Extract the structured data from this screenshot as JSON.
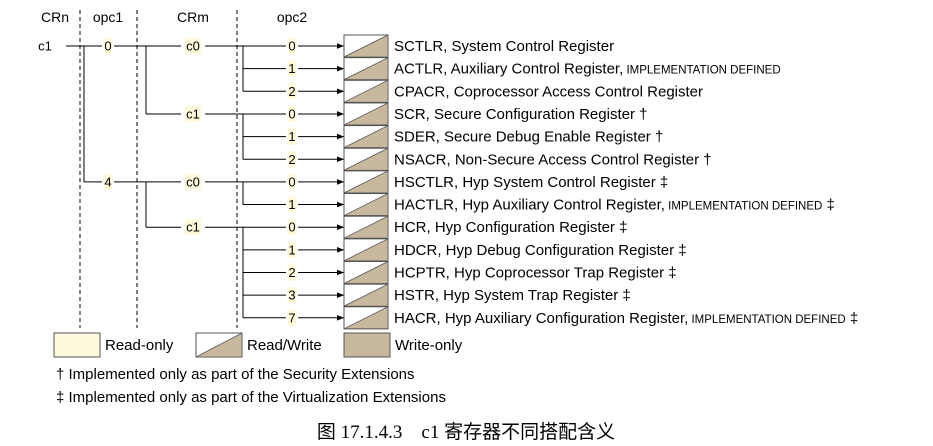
{
  "headers": [
    "CRn",
    "opc1",
    "CRm",
    "opc2"
  ],
  "crn": "c1",
  "groups": [
    {
      "opc1": "0",
      "crm": [
        {
          "name": "c0",
          "regs": [
            {
              "opc2": "0",
              "name": "SCTLR, System Control Register",
              "suffix": "",
              "mark": "",
              "access": "rw"
            },
            {
              "opc2": "1",
              "name": "ACTLR, Auxiliary Control Register,",
              "suffix": "IMPLEMENTATION DEFINED",
              "mark": "",
              "access": "rw"
            },
            {
              "opc2": "2",
              "name": "CPACR, Coprocessor Access Control Register",
              "suffix": "",
              "mark": "",
              "access": "rw"
            }
          ]
        },
        {
          "name": "c1",
          "regs": [
            {
              "opc2": "0",
              "name": "SCR, Secure Configuration Register",
              "suffix": "",
              "mark": "†",
              "access": "rw"
            },
            {
              "opc2": "1",
              "name": "SDER, Secure Debug Enable Register",
              "suffix": "",
              "mark": "†",
              "access": "rw"
            },
            {
              "opc2": "2",
              "name": "NSACR, Non-Secure Access Control Register",
              "suffix": "",
              "mark": "†",
              "access": "rw"
            }
          ]
        }
      ]
    },
    {
      "opc1": "4",
      "crm": [
        {
          "name": "c0",
          "regs": [
            {
              "opc2": "0",
              "name": "HSCTLR, Hyp System Control Register",
              "suffix": "",
              "mark": "‡",
              "access": "rw"
            },
            {
              "opc2": "1",
              "name": "HACTLR, Hyp Auxiliary Control Register,",
              "suffix": "IMPLEMENTATION DEFINED",
              "mark": "‡",
              "access": "rw"
            }
          ]
        },
        {
          "name": "c1",
          "regs": [
            {
              "opc2": "0",
              "name": "HCR, Hyp Configuration Register",
              "suffix": "",
              "mark": "‡",
              "access": "rw"
            },
            {
              "opc2": "1",
              "name": "HDCR, Hyp Debug Configuration Register",
              "suffix": "",
              "mark": "‡",
              "access": "rw"
            },
            {
              "opc2": "2",
              "name": "HCPTR, Hyp Coprocessor Trap Register",
              "suffix": "",
              "mark": "‡",
              "access": "rw"
            },
            {
              "opc2": "3",
              "name": "HSTR, Hyp System Trap Register",
              "suffix": "",
              "mark": "‡",
              "access": "rw"
            },
            {
              "opc2": "7",
              "name": "HACR, Hyp Auxiliary Configuration Register,",
              "suffix": "IMPLEMENTATION DEFINED",
              "mark": "‡",
              "access": "rw"
            }
          ]
        }
      ]
    }
  ],
  "legend": [
    {
      "key": "ro",
      "label": "Read-only"
    },
    {
      "key": "rw",
      "label": "Read/Write"
    },
    {
      "key": "wo",
      "label": "Write-only"
    }
  ],
  "notes": [
    "† Implemented only as part of the Security Extensions",
    "‡ Implemented only as part of the Virtualization Extensions"
  ],
  "caption": "图 17.1.4.3　c1 寄存器不同搭配含义",
  "colors": {
    "readonly": "#fff9dc",
    "rwfill": "#c8b89e",
    "writeonly": "#c8b89e",
    "line": "#000000",
    "arrow": "#000000"
  }
}
